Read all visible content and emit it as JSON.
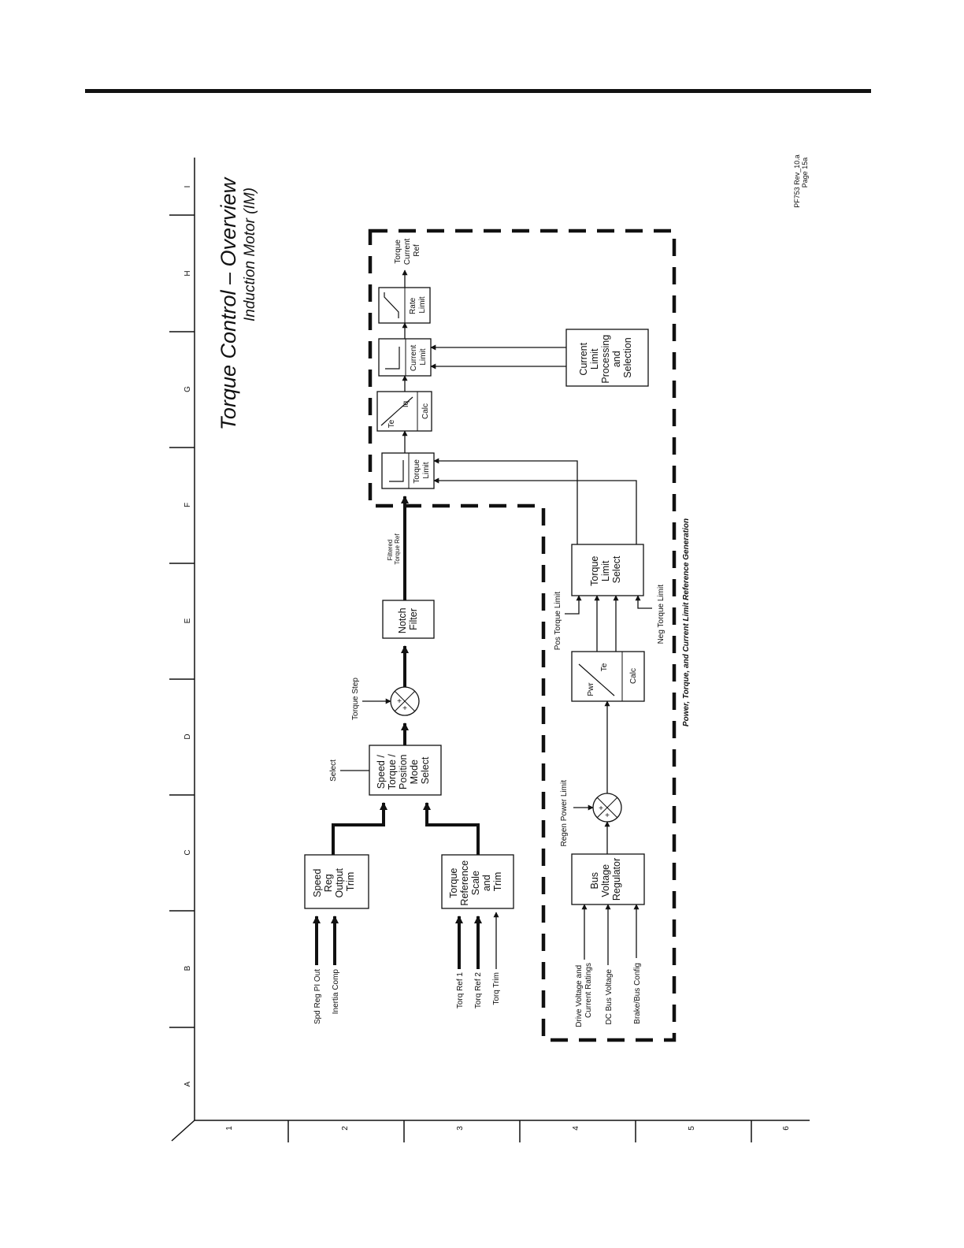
{
  "title": "Torque Control – Overview",
  "subtitle": "Induction Motor (IM)",
  "ref": {
    "line1": "PF753 Rev_10.a",
    "line2": "Page 15a"
  },
  "grid": {
    "letters": [
      "A",
      "B",
      "C",
      "D",
      "E",
      "F",
      "G",
      "H",
      "I"
    ],
    "numbers": [
      "1",
      "2",
      "3",
      "4",
      "5",
      "6"
    ]
  },
  "blocks": {
    "speed_reg": [
      "Speed",
      "Reg",
      "Output",
      "Trim"
    ],
    "torque_ref": [
      "Torque",
      "Reference",
      "Scale",
      "and",
      "Trim"
    ],
    "mode_select": [
      "Speed /",
      "Torque /",
      "Position",
      "Mode",
      "Select"
    ],
    "notch": [
      "Notch",
      "Filter"
    ],
    "torque_limit": [
      "Torque",
      "Limit"
    ],
    "te_iq": {
      "te": "Te",
      "iq": "Iq",
      "calc": "Calc"
    },
    "current_limit": [
      "Current",
      "Limit"
    ],
    "rate_limit": [
      "Rate",
      "Limit"
    ],
    "current_proc": [
      "Current",
      "Limit",
      "Processing",
      "and",
      "Selection"
    ],
    "torque_limit_select": [
      "Torque",
      "Limit",
      "Select"
    ],
    "pwr_te": {
      "pwr": "Pwr",
      "te": "Te",
      "calc": "Calc"
    },
    "bus_reg": [
      "Bus",
      "Voltage",
      "Regulator"
    ]
  },
  "signals": {
    "spd_reg_pi_out": "Spd Reg PI Out",
    "inertia_comp": "Inertia Comp",
    "torq_ref_1": "Torq Ref 1",
    "torq_ref_2": "Torq Ref 2",
    "torq_trim": "Torq Trim",
    "select": "Select",
    "torque_step": "Torque Step",
    "filtered_torque_ref": [
      "Filtered",
      "Torque Ref"
    ],
    "torque_current_ref": [
      "Torque",
      "Current",
      "Ref"
    ],
    "pos_torque_limit": "Pos Torque Limit",
    "neg_torque_limit": "Neg Torque Limit",
    "regen_power_limit": "Regen Power Limit",
    "drive_voltage": [
      "Drive Voltage and",
      "Current Ratings"
    ],
    "dc_bus_voltage": "DC Bus Voltage",
    "brake_bus_config": "Brake/Bus Config",
    "region_label": "Power, Torque, and Current Limit Reference Generation",
    "plus": "+"
  }
}
